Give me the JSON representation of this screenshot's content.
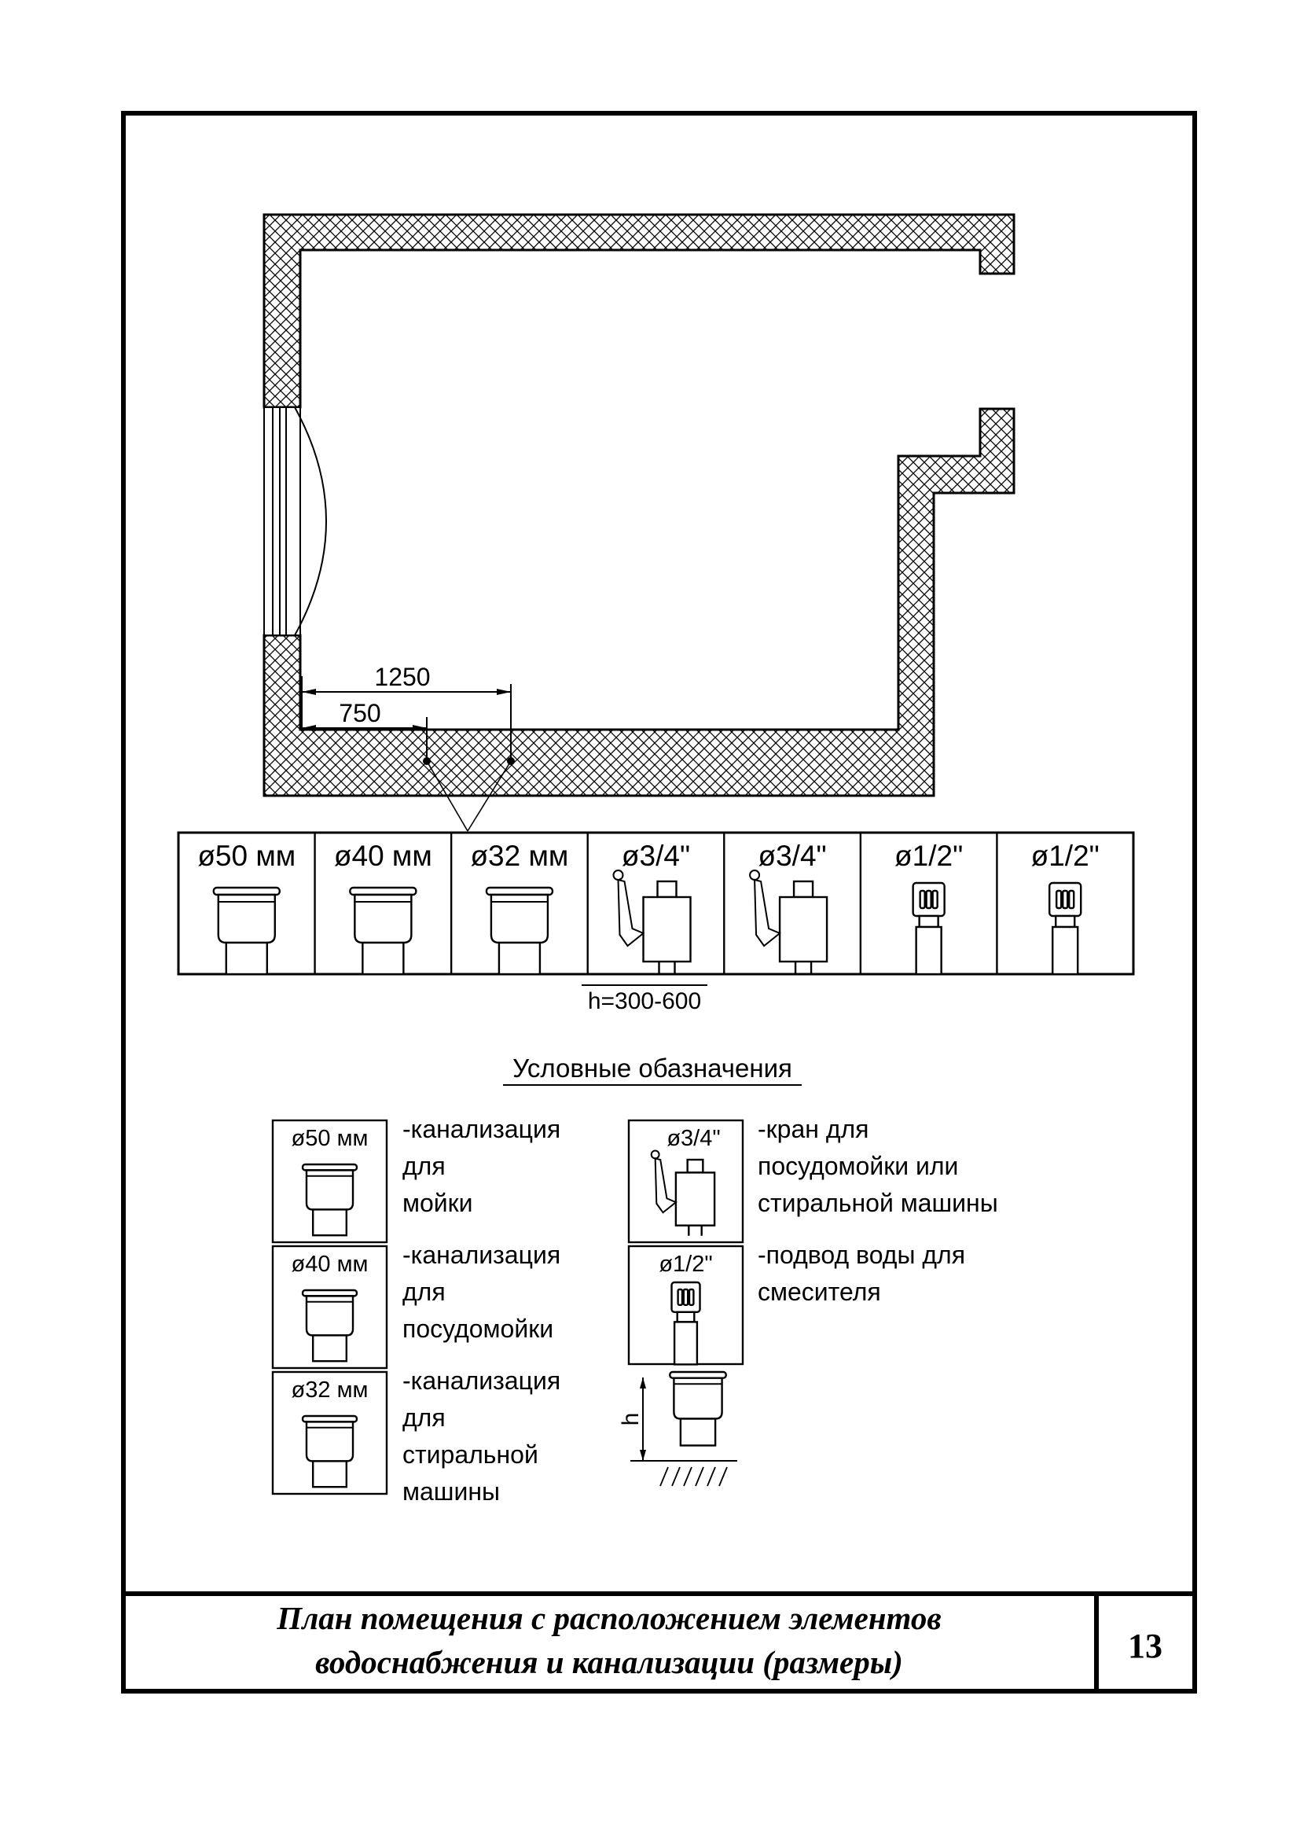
{
  "plan": {
    "dim_outer": "1250",
    "dim_inner": "750"
  },
  "strip": [
    {
      "id": "s1",
      "label": "ø50 мм",
      "kind": "drain"
    },
    {
      "id": "s2",
      "label": "ø40 мм",
      "kind": "drain"
    },
    {
      "id": "s3",
      "label": "ø32 мм",
      "kind": "drain"
    },
    {
      "id": "s4",
      "label": "ø3/4\"",
      "kind": "valve"
    },
    {
      "id": "s5",
      "label": "ø3/4\"",
      "kind": "valve"
    },
    {
      "id": "s6",
      "label": "ø1/2\"",
      "kind": "supply"
    },
    {
      "id": "s7",
      "label": "ø1/2\"",
      "kind": "supply"
    }
  ],
  "strip_height_note": "h=300-600",
  "legend": {
    "title": "Условные обазначения",
    "items": [
      {
        "id": "l1",
        "symbol": "ø50 мм",
        "kind": "drain",
        "lines": [
          "-канализация",
          "для",
          "мойки"
        ]
      },
      {
        "id": "l2",
        "symbol": "ø40 мм",
        "kind": "drain",
        "lines": [
          "-канализация",
          "для",
          "посудомойки"
        ]
      },
      {
        "id": "l3",
        "symbol": "ø32 мм",
        "kind": "drain",
        "lines": [
          "-канализация",
          "для",
          "стиральной",
          "машины"
        ]
      },
      {
        "id": "l4",
        "symbol": "ø3/4\"",
        "kind": "valve",
        "lines": [
          "-кран для",
          "посудомойки или",
          "стиральной машины"
        ]
      },
      {
        "id": "l5",
        "symbol": "ø1/2\"",
        "kind": "supply",
        "lines": [
          "-подвод воды для",
          "смесителя"
        ]
      }
    ],
    "h_label": "h"
  },
  "footer": {
    "title_line1": "План помещения с расположением элементов",
    "title_line2": "водоснабжения и канализации (размеры)",
    "page_number": "13"
  }
}
